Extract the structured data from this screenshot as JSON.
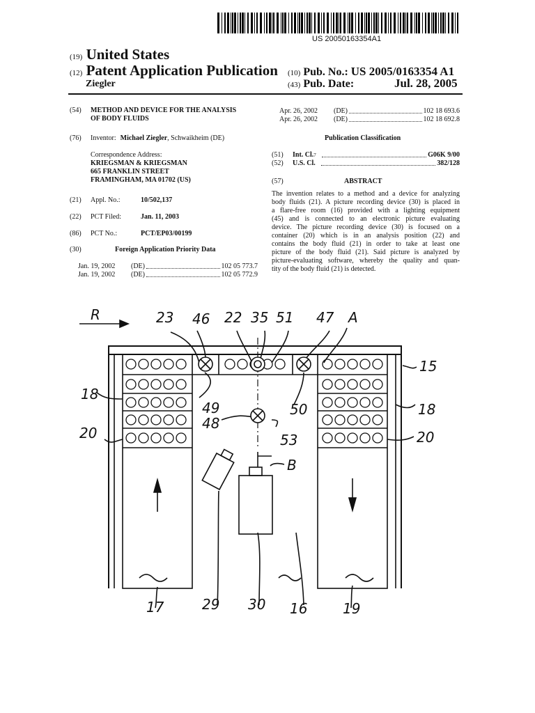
{
  "barcode": {
    "number": "US 20050163354A1"
  },
  "header": {
    "country_code": "(19)",
    "country": "United States",
    "type_code": "(12)",
    "type": "Patent Application Publication",
    "inventor_name": "Ziegler",
    "pub_no_code": "(10)",
    "pub_no_label": "Pub. No.:",
    "pub_no": "US 2005/0163354 A1",
    "pub_date_code": "(43)",
    "pub_date_label": "Pub. Date:",
    "pub_date": "Jul. 28, 2005"
  },
  "left": {
    "title_code": "(54)",
    "title_line1": "METHOD AND DEVICE FOR THE ANALYSIS",
    "title_line2": "OF BODY FLUIDS",
    "inventor_code": "(76)",
    "inventor_label": "Inventor:",
    "inventor_value": "Michael Ziegler",
    "inventor_location": ", Schwaikheim (DE)",
    "corr_label": "Correspondence Address:",
    "corr_line1": "KRIEGSMAN & KRIEGSMAN",
    "corr_line2": "665 FRANKLIN STREET",
    "corr_line3": "FRAMINGHAM, MA 01702 (US)",
    "appl_code": "(21)",
    "appl_label": "Appl. No.:",
    "appl_value": "10/502,137",
    "pct_filed_code": "(22)",
    "pct_filed_label": "PCT Filed:",
    "pct_filed_value": "Jan. 11, 2003",
    "pct_no_code": "(86)",
    "pct_no_label": "PCT No.:",
    "pct_no_value": "PCT/EP03/00199",
    "priority_code": "(30)",
    "priority_title": "Foreign Application Priority Data",
    "priority": [
      {
        "date": "Jan. 19, 2002",
        "country": "(DE)",
        "number": "102 05 773.7"
      },
      {
        "date": "Jan. 19, 2002",
        "country": "(DE)",
        "number": "102 05 772.9"
      }
    ]
  },
  "right": {
    "priority": [
      {
        "date": "Apr. 26, 2002",
        "country": "(DE)",
        "number": "102 18 693.6"
      },
      {
        "date": "Apr. 26, 2002",
        "country": "(DE)",
        "number": "102 18 692.8"
      }
    ],
    "classification_title": "Publication Classification",
    "int_code": "(51)",
    "int_label": "Int. Cl.",
    "int_sup": "7",
    "int_value": "G06K 9/00",
    "us_code": "(52)",
    "us_label": "U.S. Cl.",
    "us_value": "382/128",
    "abstract_code": "(57)",
    "abstract_title": "ABSTRACT",
    "abstract_lines": [
      "The invention relates to a method and a device for analyzing",
      "body fluids (21). A picture recording device (30) is placed in",
      "a flare-free room (16) provided with a lighting equipment",
      "(45) and is connected to an electronic picture evaluating",
      "device. The picture recording device (30) is focused on a",
      "container (20) which is in an analysis position (22) and",
      "contains the body fluid (21) in order to take at least one",
      "picture of the body fluid (21). Said picture is analyzed by",
      "picture-evaluating software, whereby the quality and quan-",
      "tity of the body fluid (21) is detected."
    ]
  },
  "drawing": {
    "ref_labels": [
      {
        "id": "R",
        "text": "R"
      },
      {
        "id": "23",
        "text": "23"
      },
      {
        "id": "46",
        "text": "46"
      },
      {
        "id": "22",
        "text": "22"
      },
      {
        "id": "35",
        "text": "35"
      },
      {
        "id": "51",
        "text": "51"
      },
      {
        "id": "47",
        "text": "47"
      },
      {
        "id": "A",
        "text": "A"
      },
      {
        "id": "15",
        "text": "15"
      },
      {
        "id": "18L",
        "text": "18"
      },
      {
        "id": "18R",
        "text": "18"
      },
      {
        "id": "49",
        "text": "49"
      },
      {
        "id": "48",
        "text": "48"
      },
      {
        "id": "50",
        "text": "50"
      },
      {
        "id": "53",
        "text": "53"
      },
      {
        "id": "20L",
        "text": "20"
      },
      {
        "id": "20R",
        "text": "20"
      },
      {
        "id": "B",
        "text": "B"
      },
      {
        "id": "17",
        "text": "17"
      },
      {
        "id": "29",
        "text": "29"
      },
      {
        "id": "30",
        "text": "30"
      },
      {
        "id": "16",
        "text": "16"
      },
      {
        "id": "19",
        "text": "19"
      }
    ]
  }
}
